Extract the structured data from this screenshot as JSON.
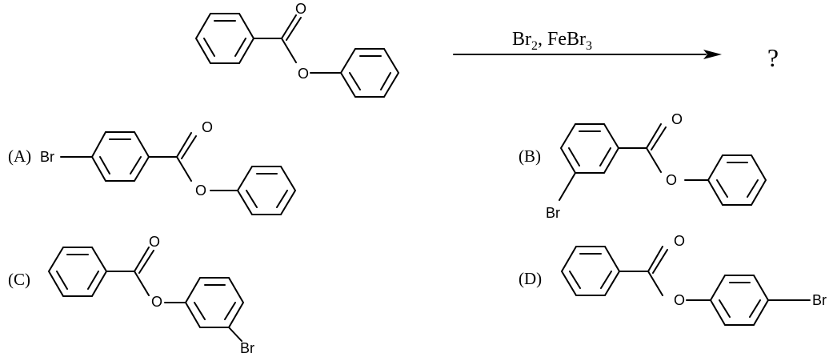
{
  "reaction": {
    "reagent": {
      "main": "Br",
      "sub1": "2",
      "sep": ", FeBr",
      "sub2": "3"
    },
    "product": "?"
  },
  "atoms": {
    "oxygen": "O",
    "bromine": "Br"
  },
  "options": [
    {
      "label": "(A)"
    },
    {
      "label": "(B)"
    },
    {
      "label": "(C)"
    },
    {
      "label": "(D)"
    }
  ],
  "colors": {
    "ink": "#000000",
    "background": "#ffffff"
  }
}
